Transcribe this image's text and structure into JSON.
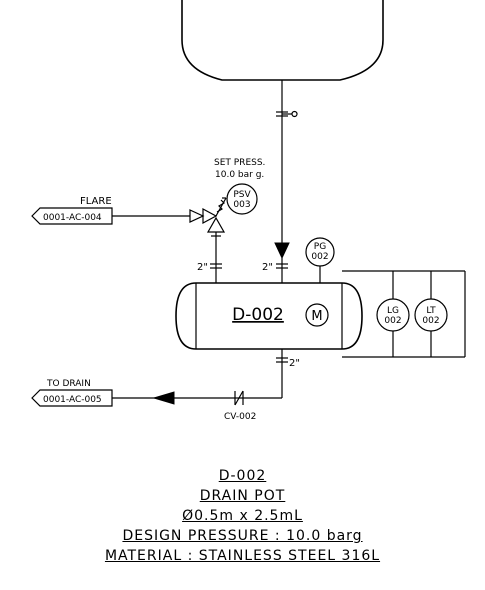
{
  "equipment": {
    "tag": "D-002",
    "motor_symbol": "M"
  },
  "instruments": {
    "psv": {
      "line1": "PSV",
      "line2": "003"
    },
    "pg": {
      "line1": "PG",
      "line2": "002"
    },
    "lg": {
      "line1": "LG",
      "line2": "002"
    },
    "lt": {
      "line1": "LT",
      "line2": "002"
    }
  },
  "annotations": {
    "set_press_1": "SET PRESS.",
    "set_press_2": "10.0 bar g.",
    "flare_label": "FLARE",
    "flare_line": "0001-AC-004",
    "drain_label": "TO DRAIN",
    "drain_line": "0001-AC-005",
    "check_valve": "CV-002",
    "size_psv_nozzle": "2\"",
    "size_inlet_nozzle": "2\"",
    "size_outlet_nozzle": "2\""
  },
  "title_block": {
    "tag": "D-002",
    "name": "DRAIN POT",
    "size": "Ø0.5m x 2.5mL",
    "design_pressure": "DESIGN PRESSURE : 10.0 barg",
    "material": "MATERIAL : STAINLESS STEEL 316L"
  }
}
